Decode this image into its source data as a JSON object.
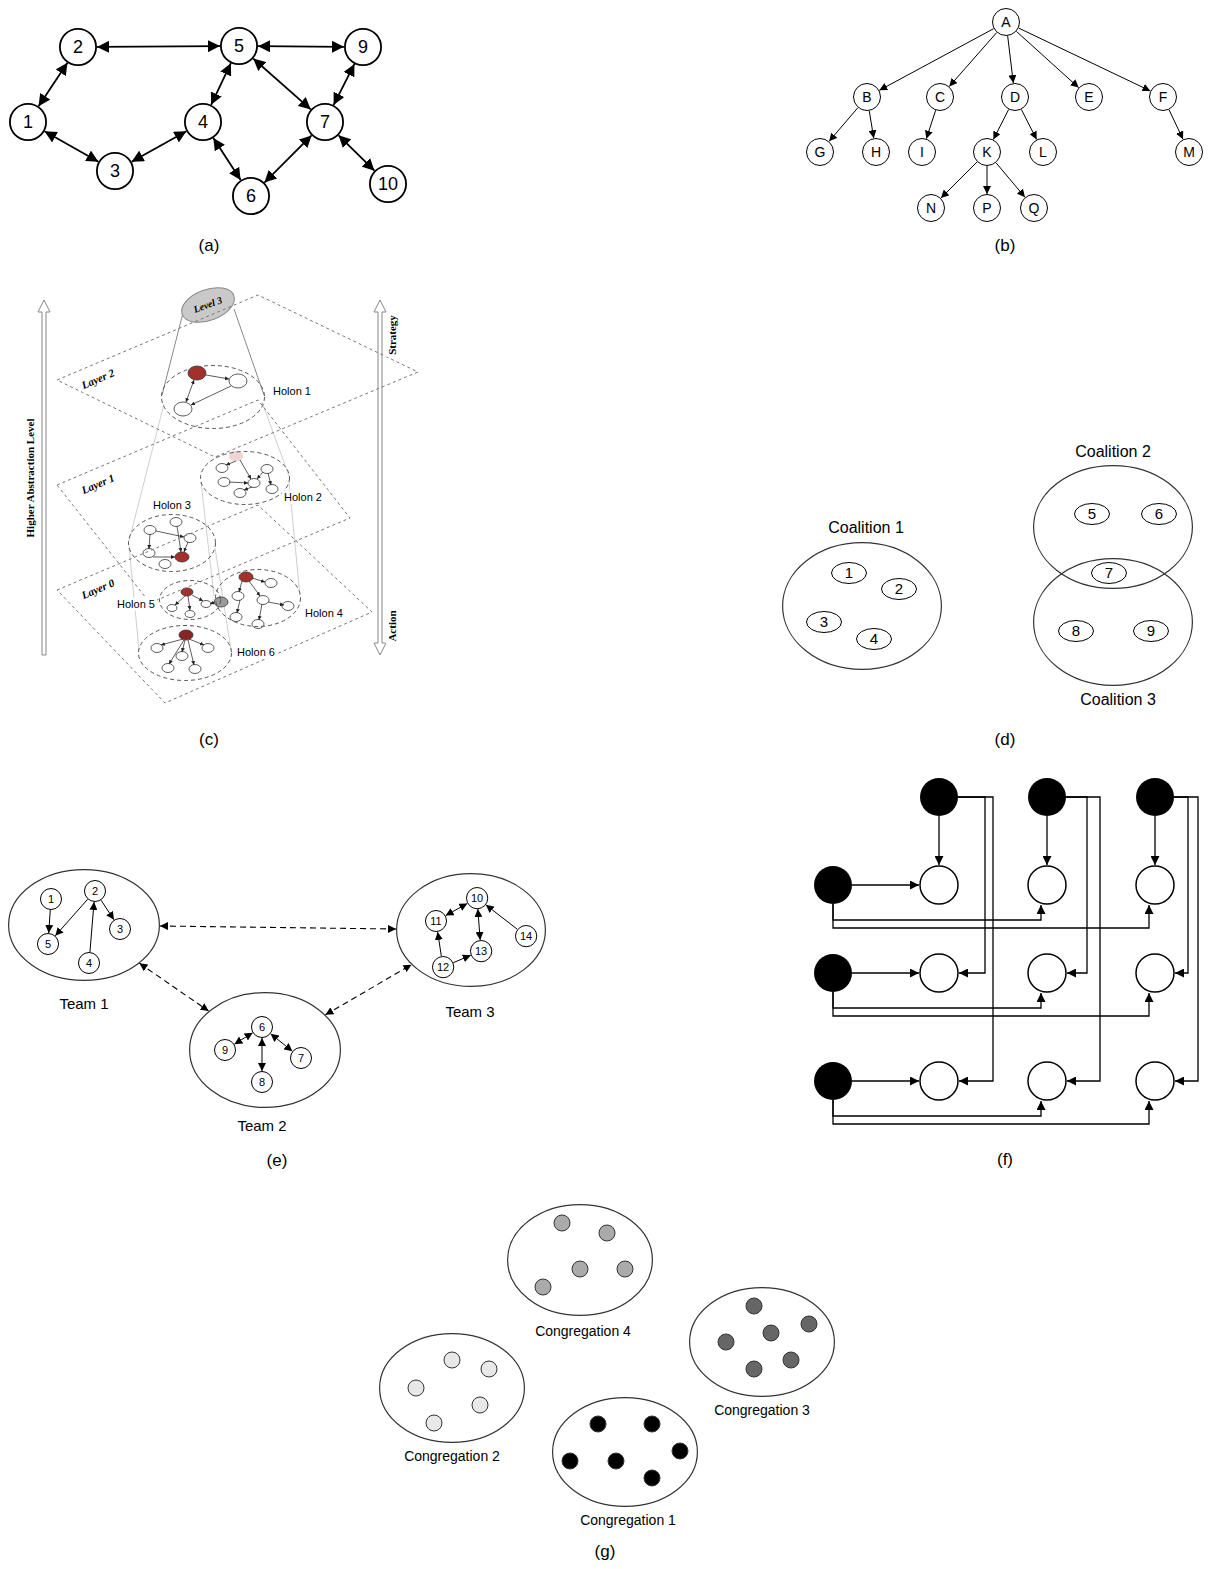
{
  "diagram": {
    "nodes": [
      {
        "text": [
          "2"
        ]
      },
      {
        "text": [
          "5"
        ]
      },
      {
        "text": [
          "9"
        ]
      },
      {
        "text": [
          "1"
        ]
      },
      {
        "text": [
          "4"
        ]
      },
      {
        "text": [
          "7"
        ]
      },
      {
        "text": [
          "3"
        ]
      },
      {
        "text": [
          "6"
        ]
      },
      {
        "text": [
          "10"
        ]
      },
      {
        "text": [
          "A"
        ]
      },
      {
        "text": [
          "B"
        ]
      },
      {
        "text": [
          "C"
        ]
      },
      {
        "text": [
          "D"
        ]
      },
      {
        "text": [
          "E"
        ]
      },
      {
        "text": [
          "F"
        ]
      },
      {
        "text": [
          "G"
        ]
      },
      {
        "text": [
          "H"
        ]
      },
      {
        "text": [
          "I"
        ]
      },
      {
        "text": [
          "K"
        ]
      },
      {
        "text": [
          "L"
        ]
      },
      {
        "text": [
          "M"
        ]
      },
      {
        "text": [
          "N"
        ]
      },
      {
        "text": [
          "P"
        ]
      },
      {
        "text": [
          "Q"
        ]
      },
      {
        "text": [
          "Level 3"
        ]
      },
      {
        "text": [
          "Layer 2"
        ]
      },
      {
        "text": [
          "Holon 1"
        ],
        "in": 25
      },
      {
        "text": [
          "Layer 1"
        ]
      },
      {
        "text": [
          "Holon 2"
        ],
        "in": 27
      },
      {
        "text": [
          "Holon 3"
        ],
        "in": 27
      },
      {
        "text": [
          "Layer 0"
        ]
      },
      {
        "text": [
          "Holon 5"
        ],
        "in": 30
      },
      {
        "text": [
          "Holon 4"
        ],
        "in": 30
      },
      {
        "text": [
          "Holon 6"
        ],
        "in": 30
      },
      {
        "text": [
          "Coalition 1"
        ]
      },
      {
        "text": [
          "1"
        ],
        "in": 34
      },
      {
        "text": [
          "2"
        ],
        "in": 34
      },
      {
        "text": [
          "3"
        ],
        "in": 34
      },
      {
        "text": [
          "4"
        ],
        "in": 34
      },
      {
        "text": [
          "Coalition 2"
        ]
      },
      {
        "text": [
          "5"
        ],
        "in": 39
      },
      {
        "text": [
          "6"
        ],
        "in": 39
      },
      {
        "text": [
          "7"
        ],
        "in": 39
      },
      {
        "text": [
          "Coalition 3"
        ]
      },
      {
        "text": [
          "8"
        ],
        "in": 43
      },
      {
        "text": [
          "9"
        ],
        "in": 43
      },
      {
        "text": [
          "Team 1"
        ]
      },
      {
        "text": [
          "1"
        ],
        "in": 46
      },
      {
        "text": [
          "2"
        ],
        "in": 46
      },
      {
        "text": [
          "5"
        ],
        "in": 46
      },
      {
        "text": [
          "3"
        ],
        "in": 46
      },
      {
        "text": [
          "4"
        ],
        "in": 46
      },
      {
        "text": [
          "Team 2"
        ]
      },
      {
        "text": [
          "6"
        ],
        "in": 52
      },
      {
        "text": [
          "9"
        ],
        "in": 52
      },
      {
        "text": [
          "7"
        ],
        "in": 52
      },
      {
        "text": [
          "8"
        ],
        "in": 52
      },
      {
        "text": [
          "Team 3"
        ]
      },
      {
        "text": [
          "10"
        ],
        "in": 57
      },
      {
        "text": [
          "11"
        ],
        "in": 57
      },
      {
        "text": [
          "14"
        ],
        "in": 57
      },
      {
        "text": [
          "13"
        ],
        "in": 57
      },
      {
        "text": [
          "12"
        ],
        "in": 57
      },
      {
        "text": [
          "Congregation 4"
        ]
      },
      {
        "text": [
          "Congregation 3"
        ]
      },
      {
        "text": [
          "Congregation 2"
        ]
      },
      {
        "text": [
          "Congregation 1"
        ]
      }
    ],
    "edges": [
      {
        "from": 0,
        "to": 1,
        "arrow": "both"
      },
      {
        "from": 1,
        "to": 2,
        "arrow": "both"
      },
      {
        "from": 0,
        "to": 3,
        "arrow": "both"
      },
      {
        "from": 3,
        "to": 6,
        "arrow": "both"
      },
      {
        "from": 6,
        "to": 4,
        "arrow": "both"
      },
      {
        "from": 4,
        "to": 1,
        "arrow": "both"
      },
      {
        "from": 1,
        "to": 5,
        "arrow": "both"
      },
      {
        "from": 2,
        "to": 5,
        "arrow": "both"
      },
      {
        "from": 4,
        "to": 7,
        "arrow": "both"
      },
      {
        "from": 7,
        "to": 5,
        "arrow": "both"
      },
      {
        "from": 5,
        "to": 8,
        "arrow": "both"
      },
      {
        "from": 9,
        "to": 10,
        "arrow": "to"
      },
      {
        "from": 9,
        "to": 11,
        "arrow": "to"
      },
      {
        "from": 9,
        "to": 12,
        "arrow": "to"
      },
      {
        "from": 9,
        "to": 13,
        "arrow": "to"
      },
      {
        "from": 9,
        "to": 14,
        "arrow": "to"
      },
      {
        "from": 10,
        "to": 15,
        "arrow": "to"
      },
      {
        "from": 10,
        "to": 16,
        "arrow": "to"
      },
      {
        "from": 11,
        "to": 17,
        "arrow": "to"
      },
      {
        "from": 12,
        "to": 18,
        "arrow": "to"
      },
      {
        "from": 12,
        "to": 19,
        "arrow": "to"
      },
      {
        "from": 14,
        "to": 20,
        "arrow": "to"
      },
      {
        "from": 18,
        "to": 21,
        "arrow": "to"
      },
      {
        "from": 18,
        "to": 22,
        "arrow": "to"
      },
      {
        "from": 18,
        "to": 23,
        "arrow": "to"
      },
      {
        "from": 47,
        "to": 49,
        "arrow": "to"
      },
      {
        "from": 48,
        "to": 49,
        "arrow": "to"
      },
      {
        "from": 48,
        "to": 50,
        "arrow": "to"
      },
      {
        "from": 51,
        "to": 48,
        "arrow": "to"
      },
      {
        "from": 53,
        "to": 54,
        "arrow": "both"
      },
      {
        "from": 53,
        "to": 55,
        "arrow": "both"
      },
      {
        "from": 53,
        "to": 56,
        "arrow": "both"
      },
      {
        "from": 58,
        "to": 59,
        "arrow": "both"
      },
      {
        "from": 58,
        "to": 61,
        "arrow": "both"
      },
      {
        "from": 62,
        "to": 59,
        "arrow": "to"
      },
      {
        "from": 62,
        "to": 61,
        "arrow": "to"
      },
      {
        "from": 60,
        "to": 58,
        "arrow": "to"
      },
      {
        "from": 46,
        "to": 57,
        "arrow": "both"
      },
      {
        "from": 46,
        "to": 52,
        "arrow": "both"
      },
      {
        "from": 52,
        "to": 57,
        "arrow": "both"
      }
    ],
    "labels": [
      "(a)",
      "(b)",
      "Higher Abstraction Level",
      "Strategy",
      "Action",
      "(c)",
      "(d)",
      "(e)",
      "(f)",
      "(g)"
    ]
  }
}
